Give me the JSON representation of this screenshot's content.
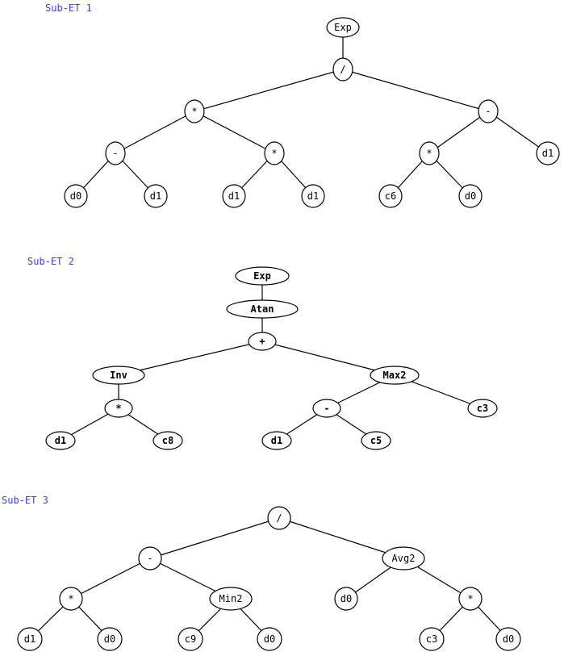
{
  "trees": [
    {
      "title": "Sub-ET 1",
      "nodes": [
        {
          "id": "a0",
          "label": "Exp"
        },
        {
          "id": "a1",
          "label": "/",
          "parent": "a0"
        },
        {
          "id": "a2",
          "label": "*",
          "parent": "a1"
        },
        {
          "id": "a3",
          "label": "-",
          "parent": "a1"
        },
        {
          "id": "a4",
          "label": "-",
          "parent": "a2"
        },
        {
          "id": "a5",
          "label": "*",
          "parent": "a2"
        },
        {
          "id": "a6",
          "label": "*",
          "parent": "a3"
        },
        {
          "id": "a7",
          "label": "d1",
          "parent": "a3"
        },
        {
          "id": "a8",
          "label": "d0",
          "parent": "a4"
        },
        {
          "id": "a9",
          "label": "d1",
          "parent": "a4"
        },
        {
          "id": "a10",
          "label": "d1",
          "parent": "a5"
        },
        {
          "id": "a11",
          "label": "d1",
          "parent": "a5"
        },
        {
          "id": "a12",
          "label": "c6",
          "parent": "a6"
        },
        {
          "id": "a13",
          "label": "d0",
          "parent": "a6"
        }
      ]
    },
    {
      "title": "Sub-ET 2",
      "nodes": [
        {
          "id": "b0",
          "label": "Exp"
        },
        {
          "id": "b1",
          "label": "Atan",
          "parent": "b0"
        },
        {
          "id": "b2",
          "label": "+",
          "parent": "b1"
        },
        {
          "id": "b3",
          "label": "Inv",
          "parent": "b2"
        },
        {
          "id": "b4",
          "label": "Max2",
          "parent": "b2"
        },
        {
          "id": "b5",
          "label": "*",
          "parent": "b3"
        },
        {
          "id": "b6",
          "label": "-",
          "parent": "b4"
        },
        {
          "id": "b7",
          "label": "c3",
          "parent": "b4"
        },
        {
          "id": "b8",
          "label": "d1",
          "parent": "b5"
        },
        {
          "id": "b9",
          "label": "c8",
          "parent": "b5"
        },
        {
          "id": "b10",
          "label": "d1",
          "parent": "b6"
        },
        {
          "id": "b11",
          "label": "c5",
          "parent": "b6"
        }
      ]
    },
    {
      "title": "Sub-ET 3",
      "nodes": [
        {
          "id": "c0",
          "label": "/"
        },
        {
          "id": "c1",
          "label": "-",
          "parent": "c0"
        },
        {
          "id": "c2",
          "label": "Avg2",
          "parent": "c0"
        },
        {
          "id": "c3",
          "label": "*",
          "parent": "c1"
        },
        {
          "id": "c4",
          "label": "Min2",
          "parent": "c1"
        },
        {
          "id": "c5",
          "label": "d0",
          "parent": "c2"
        },
        {
          "id": "c6",
          "label": "*",
          "parent": "c2"
        },
        {
          "id": "c7",
          "label": "d1",
          "parent": "c3"
        },
        {
          "id": "c8",
          "label": "d0",
          "parent": "c3"
        },
        {
          "id": "c9",
          "label": "c9",
          "parent": "c4"
        },
        {
          "id": "c10",
          "label": "d0",
          "parent": "c4"
        },
        {
          "id": "c11",
          "label": "c3",
          "parent": "c6"
        },
        {
          "id": "c12",
          "label": "d0",
          "parent": "c6"
        }
      ]
    }
  ]
}
